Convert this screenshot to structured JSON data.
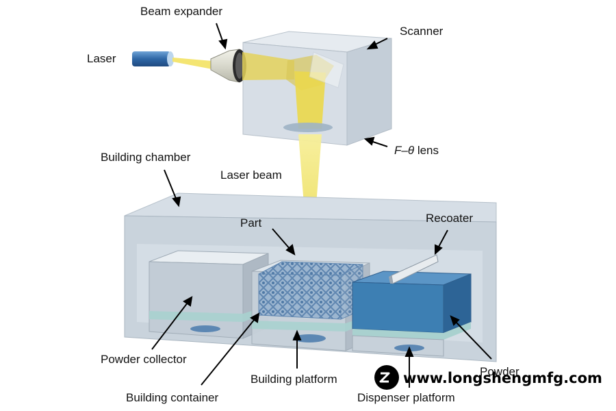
{
  "labels": {
    "beam_expander": "Beam expander",
    "laser": "Laser",
    "scanner": "Scanner",
    "f_theta_italic": "F",
    "f_theta_mid": "–",
    "f_theta_theta": "θ",
    "f_theta_rest": " lens",
    "building_chamber": "Building chamber",
    "laser_beam": "Laser beam",
    "part": "Part",
    "recoater": "Recoater",
    "powder_collector": "Powder collector",
    "building_platform": "Building platform",
    "building_container": "Building container",
    "powder": "Powder",
    "dispenser_platform": "Dispenser platform"
  },
  "watermark": {
    "text": "www.longshengmfg.com",
    "logo_icon": "longsheng-logo-icon"
  },
  "colors": {
    "chamber": "#c9d3dc",
    "beam": "#f3e46a",
    "powder_blue": "#3d7fb3",
    "laser_body": "#3a6ea8"
  }
}
